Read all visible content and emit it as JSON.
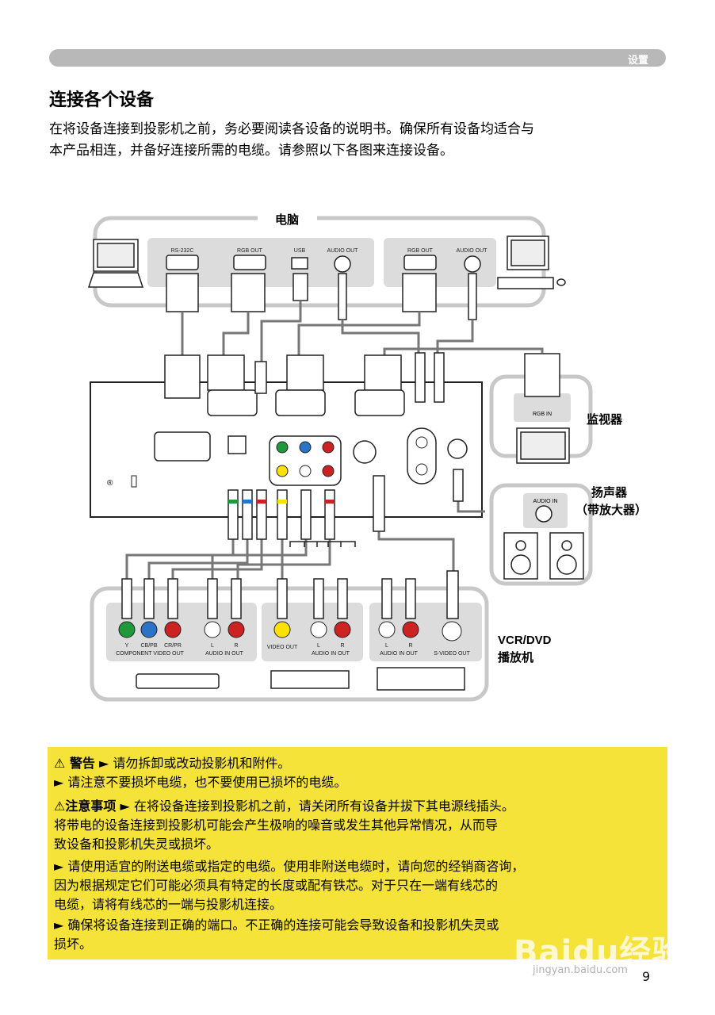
{
  "header": {
    "section_label": "设置"
  },
  "title": "连接各个设备",
  "intro": {
    "line1": "在将设备连接到投影机之前，务必要阅读各设备的说明书。确保所有设备均适合与",
    "line2": "本产品相连，并备好连接所需的电缆。请参照以下各图来连接设备。"
  },
  "diagram": {
    "computer_label": "电脑",
    "monitor_label": "监视器",
    "speaker_label1": "扬声器",
    "speaker_label2": "（带放大器）",
    "vcr_label1": "VCR/DVD",
    "vcr_label2": "播放机",
    "computer_ports": [
      "RS-232C",
      "RGB OUT",
      "USB",
      "AUDIO OUT"
    ],
    "computer2_ports": [
      "RGB OUT",
      "AUDIO OUT"
    ],
    "monitor_port": "RGB IN",
    "speaker_port": "AUDIO IN",
    "component_labels": {
      "y": "Y",
      "cb": "CB/PB",
      "cr": "CR/PR",
      "name": "COMPONENT VIDEO OUT"
    },
    "audio1": {
      "l": "L",
      "r": "R",
      "name": "AUDIO IN OUT"
    },
    "video_out": "VIDEO OUT",
    "audio2": {
      "l": "L",
      "r": "R",
      "name": "AUDIO IN OUT"
    },
    "audio3": {
      "l": "L",
      "r": "R",
      "name": "AUDIO IN OUT"
    },
    "svideo_out": "S-VIDEO OUT"
  },
  "warnings": {
    "warning_label": "警告",
    "warning_text": "► 请勿拆卸或改动投影机和附件。",
    "warning_line2": "► 请注意不要损坏电缆，也不要使用已损坏的电缆。",
    "caution_label": "注意事项",
    "caution_text": "► 在将设备连接到投影机之前，请关闭所有设备并拔下其电源线插头。",
    "caution_line2": "将带电的设备连接到投影机可能会产生极响的噪音或发生其他异常情况，从而导",
    "caution_line3": "致设备和投影机失灵或损坏。",
    "caution_line4": "► 请使用适宜的附送电缆或指定的电缆。使用非附送电缆时，请向您的经销商咨询，",
    "caution_line5": "因为根据规定它们可能必须具有特定的长度或配有铁芯。对于只在一端有线芯的",
    "caution_line6": "电缆，请将有线芯的一端与投影机连接。",
    "caution_line7": "► 确保将设备连接到正确的端口。不正确的连接可能会导致设备和投影机失灵或",
    "caution_line8": "损坏。"
  },
  "page_number": "9",
  "watermark": {
    "logo": "Baidu经验",
    "url": "jingyan.baidu.com"
  },
  "colors": {
    "highlight": "#f5e33a",
    "frame": "#c8c8c8",
    "green": "#1f9a3a",
    "blue": "#2a73c6",
    "red": "#cc2222",
    "yellow": "#ffe100"
  }
}
